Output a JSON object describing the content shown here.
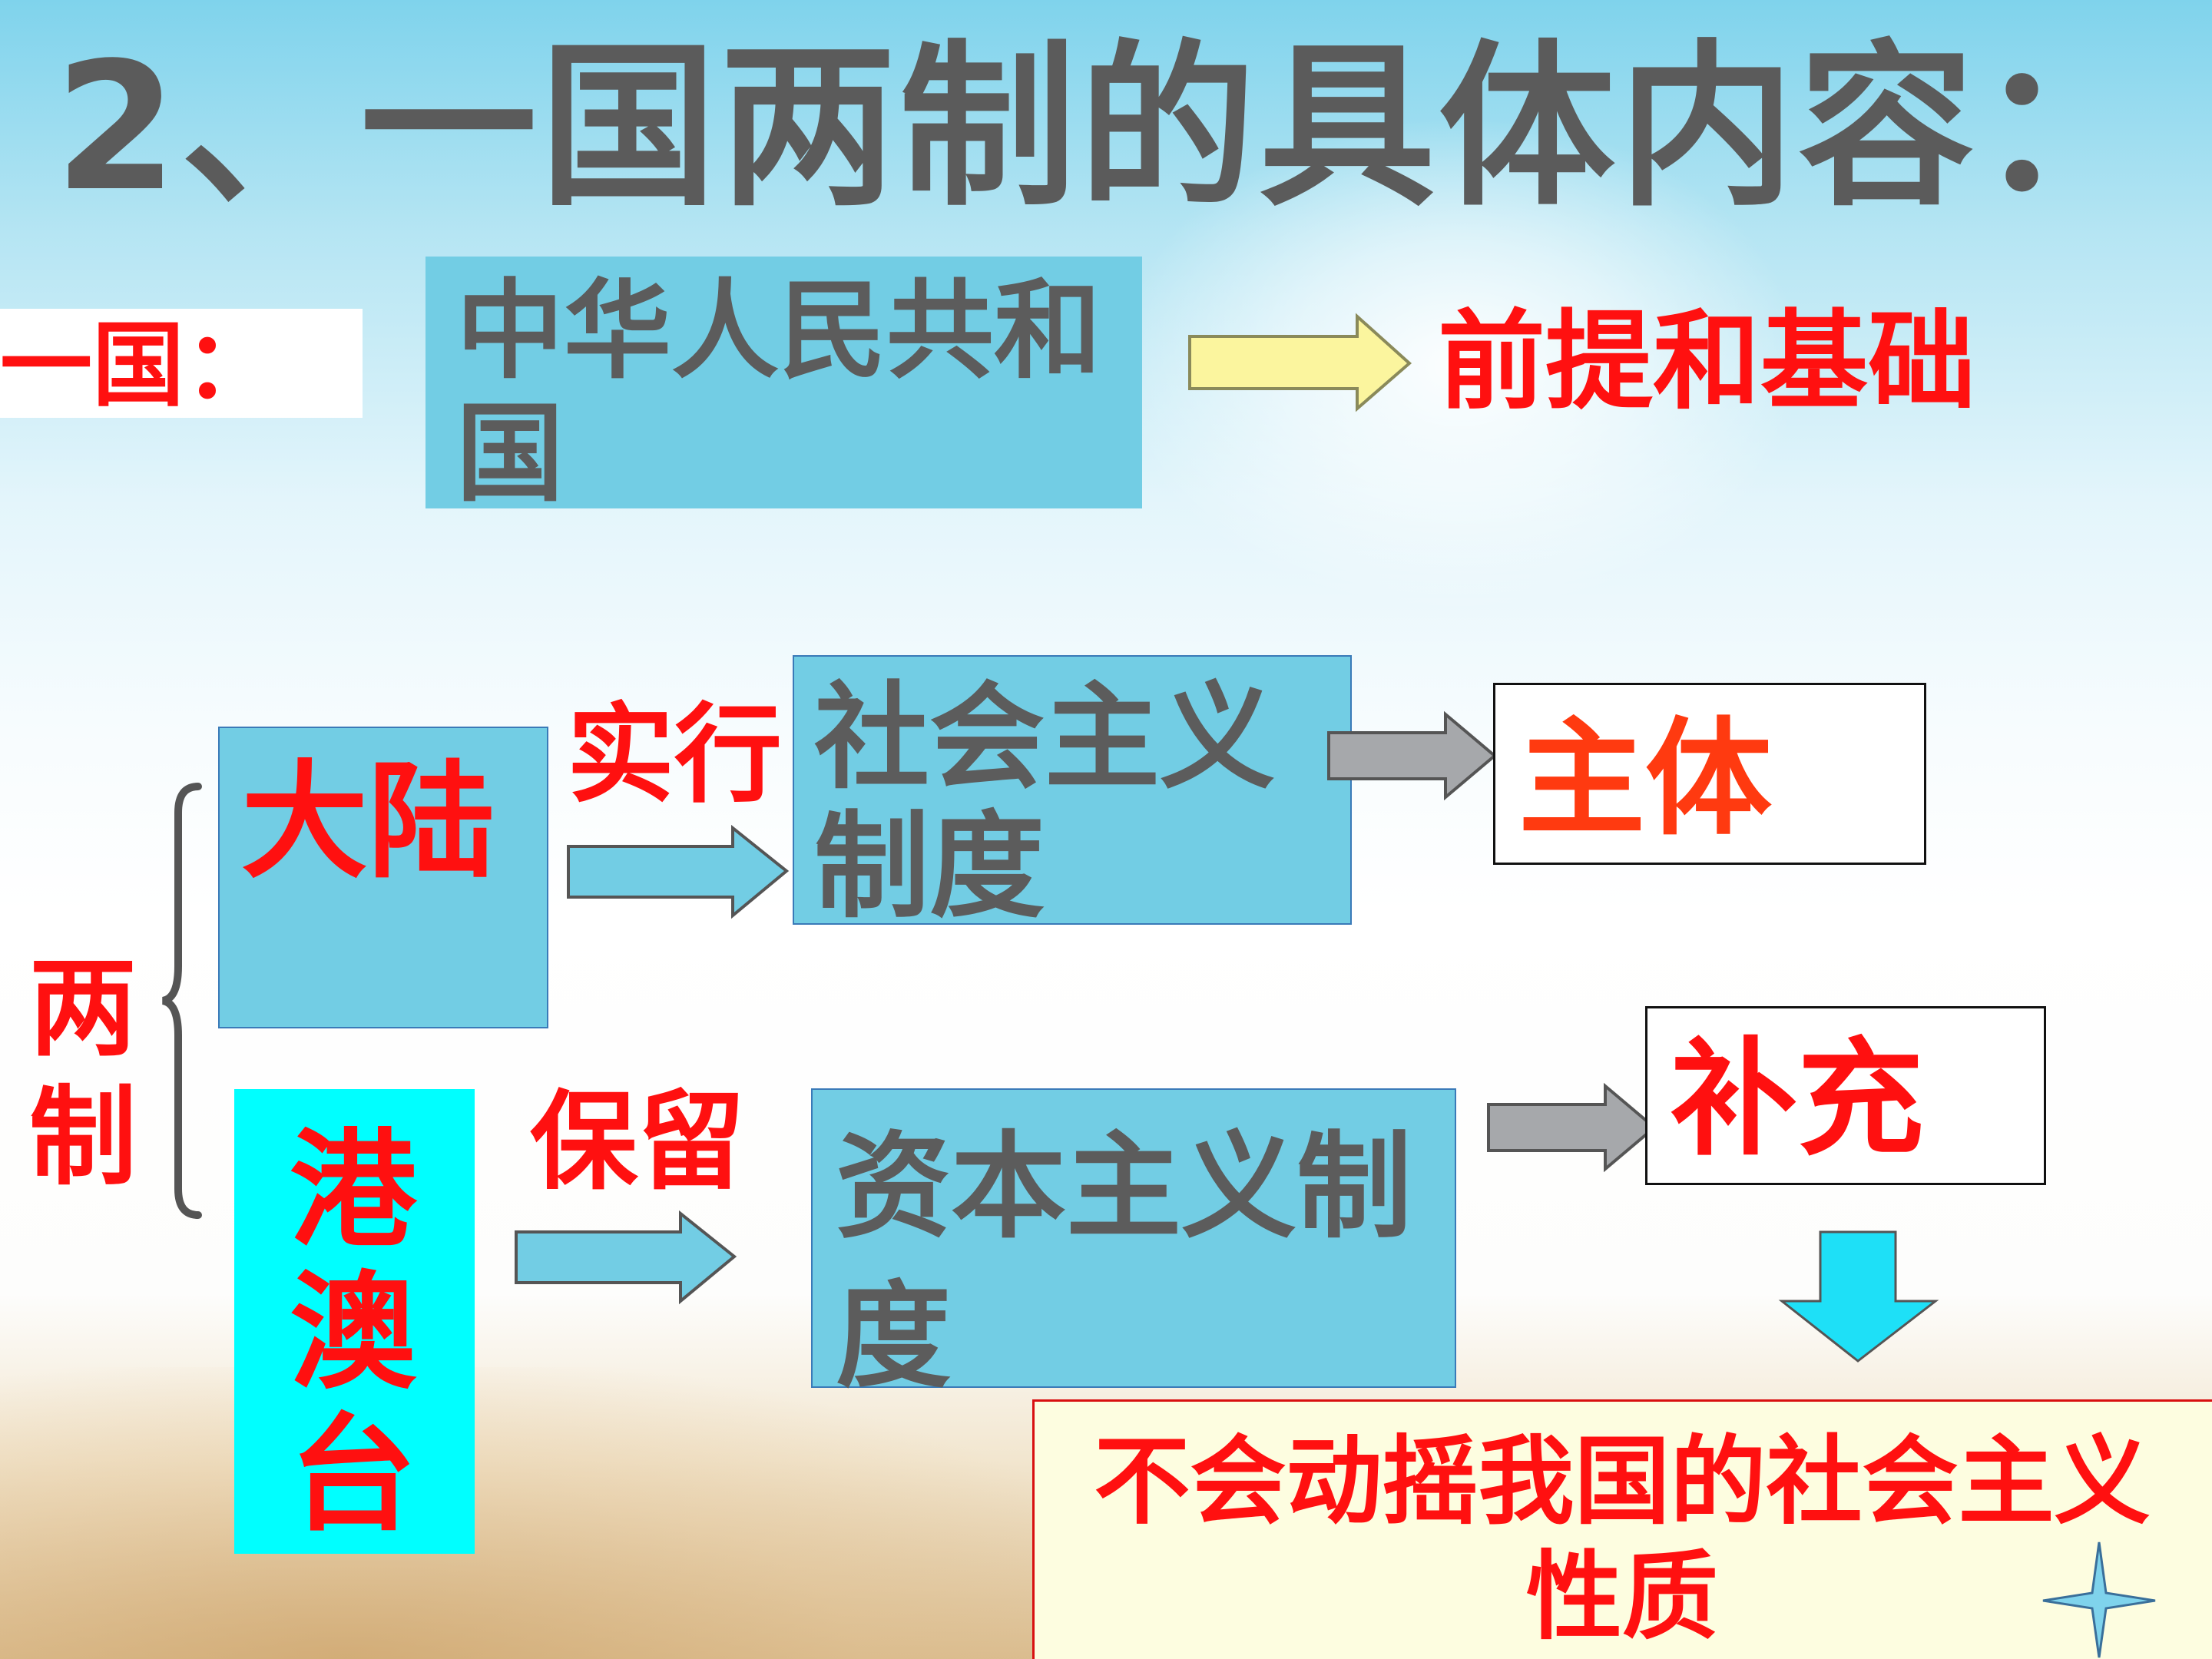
{
  "title": "2、一国两制的具体内容：",
  "yiguo": {
    "label": "一国：",
    "box_text": "中华人民共和国",
    "result": "前提和基础"
  },
  "liangzhi": {
    "label": "两制",
    "mainland": {
      "region": "大陆",
      "verb": "实行",
      "system": "社会主义制度",
      "role": "主体"
    },
    "hmt": {
      "region": "港澳台",
      "verb": "保留",
      "system": "资本主义制度",
      "role": "补充"
    },
    "conclusion": "不会动摇我国的社会主义性质"
  },
  "colors": {
    "box_blue": "#72cde4",
    "box_cyan": "#00ffff",
    "accent_red": "#ff1010",
    "title_gray": "#5b5b5b"
  }
}
